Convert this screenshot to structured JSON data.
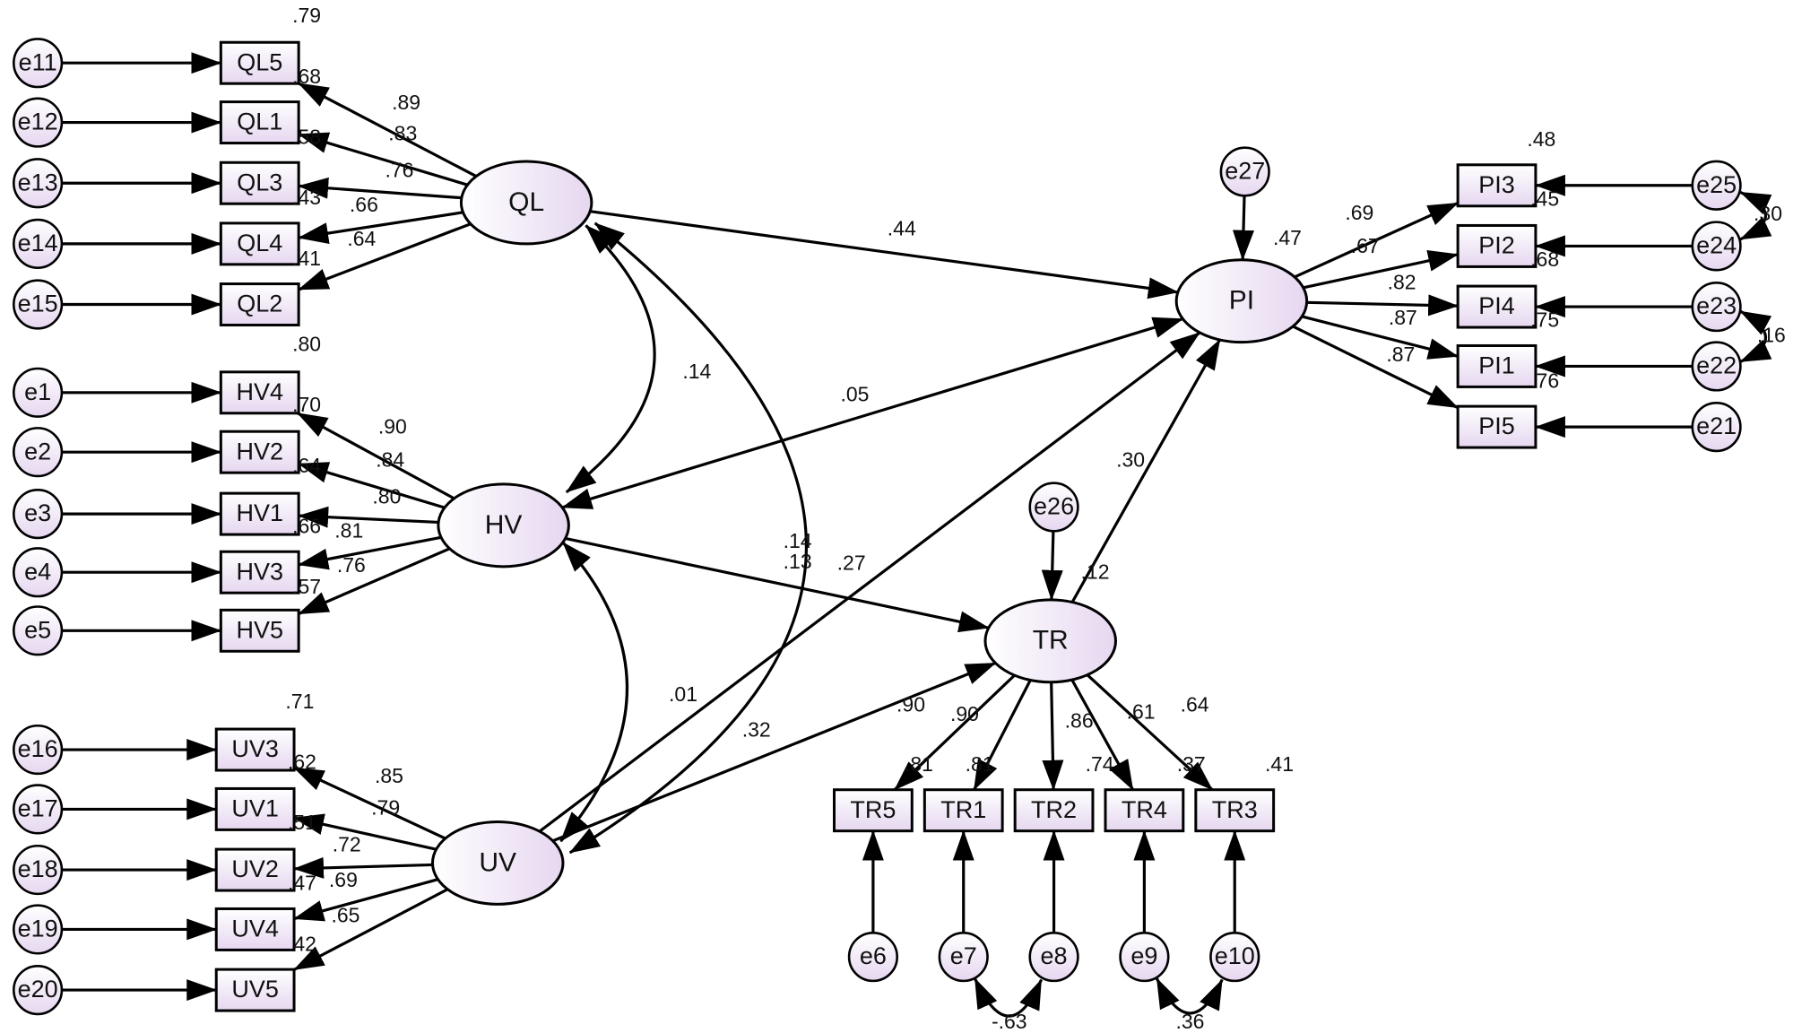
{
  "colors": {
    "fill_top": "#ffffff",
    "fill_bottom": "#e6d7f0",
    "stroke": "#000000",
    "text": "#111111"
  },
  "latents": [
    {
      "id": "QL",
      "label": "QL"
    },
    {
      "id": "HV",
      "label": "HV"
    },
    {
      "id": "UV",
      "label": "UV"
    },
    {
      "id": "PI",
      "label": "PI"
    },
    {
      "id": "TR",
      "label": "TR"
    }
  ],
  "observed": [
    {
      "id": "QL5",
      "label": "QL5",
      "r2": ".79"
    },
    {
      "id": "QL1",
      "label": "QL1",
      "r2": ".68"
    },
    {
      "id": "QL3",
      "label": "QL3",
      "r2": ".58"
    },
    {
      "id": "QL4",
      "label": "QL4",
      "r2": ".43"
    },
    {
      "id": "QL2",
      "label": "QL2",
      "r2": ".41"
    },
    {
      "id": "HV4",
      "label": "HV4",
      "r2": ".80"
    },
    {
      "id": "HV2",
      "label": "HV2",
      "r2": ".70"
    },
    {
      "id": "HV1",
      "label": "HV1",
      "r2": ".64"
    },
    {
      "id": "HV3",
      "label": "HV3",
      "r2": ".66"
    },
    {
      "id": "HV5",
      "label": "HV5",
      "r2": ".57"
    },
    {
      "id": "UV3",
      "label": "UV3",
      "r2": ".71"
    },
    {
      "id": "UV1",
      "label": "UV1",
      "r2": ".62"
    },
    {
      "id": "UV2",
      "label": "UV2",
      "r2": ".51"
    },
    {
      "id": "UV4",
      "label": "UV4",
      "r2": ".47"
    },
    {
      "id": "UV5",
      "label": "UV5",
      "r2": ".42"
    },
    {
      "id": "PI3",
      "label": "PI3",
      "r2": ".48"
    },
    {
      "id": "PI2",
      "label": "PI2",
      "r2": ".45"
    },
    {
      "id": "PI4",
      "label": "PI4",
      "r2": ".68"
    },
    {
      "id": "PI1",
      "label": "PI1",
      "r2": ".75"
    },
    {
      "id": "PI5",
      "label": "PI5",
      "r2": ".76"
    },
    {
      "id": "TR5",
      "label": "TR5",
      "r2": ".81"
    },
    {
      "id": "TR1",
      "label": "TR1",
      "r2": ".81"
    },
    {
      "id": "TR2",
      "label": "TR2",
      "r2": ".74"
    },
    {
      "id": "TR4",
      "label": "TR4",
      "r2": ".37"
    },
    {
      "id": "TR3",
      "label": "TR3",
      "r2": ".41"
    }
  ],
  "errors": [
    {
      "id": "e11",
      "label": "e11",
      "target": "QL5"
    },
    {
      "id": "e12",
      "label": "e12",
      "target": "QL1"
    },
    {
      "id": "e13",
      "label": "e13",
      "target": "QL3"
    },
    {
      "id": "e14",
      "label": "e14",
      "target": "QL4"
    },
    {
      "id": "e15",
      "label": "e15",
      "target": "QL2"
    },
    {
      "id": "e1",
      "label": "e1",
      "target": "HV4"
    },
    {
      "id": "e2",
      "label": "e2",
      "target": "HV2"
    },
    {
      "id": "e3",
      "label": "e3",
      "target": "HV1"
    },
    {
      "id": "e4",
      "label": "e4",
      "target": "HV3"
    },
    {
      "id": "e5",
      "label": "e5",
      "target": "HV5"
    },
    {
      "id": "e16",
      "label": "e16",
      "target": "UV3"
    },
    {
      "id": "e17",
      "label": "e17",
      "target": "UV1"
    },
    {
      "id": "e18",
      "label": "e18",
      "target": "UV2"
    },
    {
      "id": "e19",
      "label": "e19",
      "target": "UV4"
    },
    {
      "id": "e20",
      "label": "e20",
      "target": "UV5"
    },
    {
      "id": "e25",
      "label": "e25",
      "target": "PI3"
    },
    {
      "id": "e24",
      "label": "e24",
      "target": "PI2"
    },
    {
      "id": "e23",
      "label": "e23",
      "target": "PI4"
    },
    {
      "id": "e22",
      "label": "e22",
      "target": "PI1"
    },
    {
      "id": "e21",
      "label": "e21",
      "target": "PI5"
    },
    {
      "id": "e6",
      "label": "e6",
      "target": "TR5"
    },
    {
      "id": "e7",
      "label": "e7",
      "target": "TR1"
    },
    {
      "id": "e8",
      "label": "e8",
      "target": "TR2"
    },
    {
      "id": "e9",
      "label": "e9",
      "target": "TR4"
    },
    {
      "id": "e10",
      "label": "e10",
      "target": "TR3"
    },
    {
      "id": "e27",
      "label": "e27",
      "target": "PI"
    },
    {
      "id": "e26",
      "label": "e26",
      "target": "TR"
    }
  ],
  "loadings": [
    {
      "from": "QL",
      "to": "QL5",
      "value": ".89"
    },
    {
      "from": "QL",
      "to": "QL1",
      "value": ".83"
    },
    {
      "from": "QL",
      "to": "QL3",
      "value": ".76"
    },
    {
      "from": "QL",
      "to": "QL4",
      "value": ".66"
    },
    {
      "from": "QL",
      "to": "QL2",
      "value": ".64"
    },
    {
      "from": "HV",
      "to": "HV4",
      "value": ".90"
    },
    {
      "from": "HV",
      "to": "HV2",
      "value": ".84"
    },
    {
      "from": "HV",
      "to": "HV1",
      "value": ".80"
    },
    {
      "from": "HV",
      "to": "HV3",
      "value": ".81"
    },
    {
      "from": "HV",
      "to": "HV5",
      "value": ".76"
    },
    {
      "from": "UV",
      "to": "UV3",
      "value": ".85"
    },
    {
      "from": "UV",
      "to": "UV1",
      "value": ".79"
    },
    {
      "from": "UV",
      "to": "UV2",
      "value": ".72"
    },
    {
      "from": "UV",
      "to": "UV4",
      "value": ".69"
    },
    {
      "from": "UV",
      "to": "UV5",
      "value": ".65"
    },
    {
      "from": "PI",
      "to": "PI3",
      "value": ".69"
    },
    {
      "from": "PI",
      "to": "PI2",
      "value": ".67"
    },
    {
      "from": "PI",
      "to": "PI4",
      "value": ".82"
    },
    {
      "from": "PI",
      "to": "PI1",
      "value": ".87"
    },
    {
      "from": "PI",
      "to": "PI5",
      "value": ".87"
    },
    {
      "from": "TR",
      "to": "TR5",
      "value": ".90"
    },
    {
      "from": "TR",
      "to": "TR1",
      "value": ".90"
    },
    {
      "from": "TR",
      "to": "TR2",
      "value": ".86"
    },
    {
      "from": "TR",
      "to": "TR4",
      "value": ".61"
    },
    {
      "from": "TR",
      "to": "TR3",
      "value": ".64"
    }
  ],
  "structural_paths": [
    {
      "from": "QL",
      "to": "PI",
      "value": ".44"
    },
    {
      "from": "HV",
      "to": "PI",
      "value": ".05"
    },
    {
      "from": "HV",
      "to": "TR",
      "value": ".27"
    },
    {
      "from": "UV",
      "to": "PI",
      "value": ".13"
    },
    {
      "from": "UV",
      "to": "TR",
      "value": ".32"
    },
    {
      "from": "TR",
      "to": "PI",
      "value": ".30"
    }
  ],
  "covariances": [
    {
      "a": "QL",
      "b": "HV",
      "value": ".14"
    },
    {
      "a": "QL",
      "b": "UV",
      "value": ".14"
    },
    {
      "a": "HV",
      "b": "UV",
      "value": ".01"
    },
    {
      "a": "e7",
      "b": "e8",
      "value": "-.63"
    },
    {
      "a": "e9",
      "b": "e10",
      "value": ".36"
    },
    {
      "a": "e25",
      "b": "e24",
      "value": ".30"
    },
    {
      "a": "e23",
      "b": "e22",
      "value": ".16"
    }
  ],
  "latent_r2": [
    {
      "id": "PI",
      "value": ".47"
    },
    {
      "id": "TR",
      "value": ".12"
    }
  ]
}
